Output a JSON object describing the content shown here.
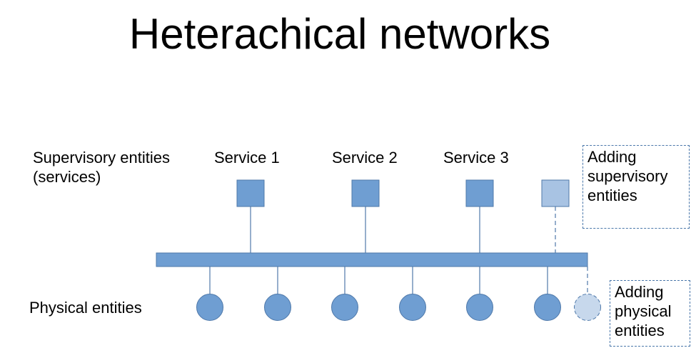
{
  "title": "Heterachical networks",
  "labels": {
    "supervisory": "Supervisory entities\n(services)",
    "physical": "Physical entities"
  },
  "services": [
    "Service 1",
    "Service 2",
    "Service 3"
  ],
  "notes": {
    "adding_supervisory": "Adding\nsupervisory\nentities",
    "adding_physical": "Adding\nphysical\nentities"
  },
  "colors": {
    "entity_fill": "#6f9ed2",
    "entity_stroke": "#4f79aa",
    "added_square_fill": "#a8c3e3",
    "added_circle_fill": "#c7d8ec",
    "bus_fill": "#6f9ed2"
  }
}
